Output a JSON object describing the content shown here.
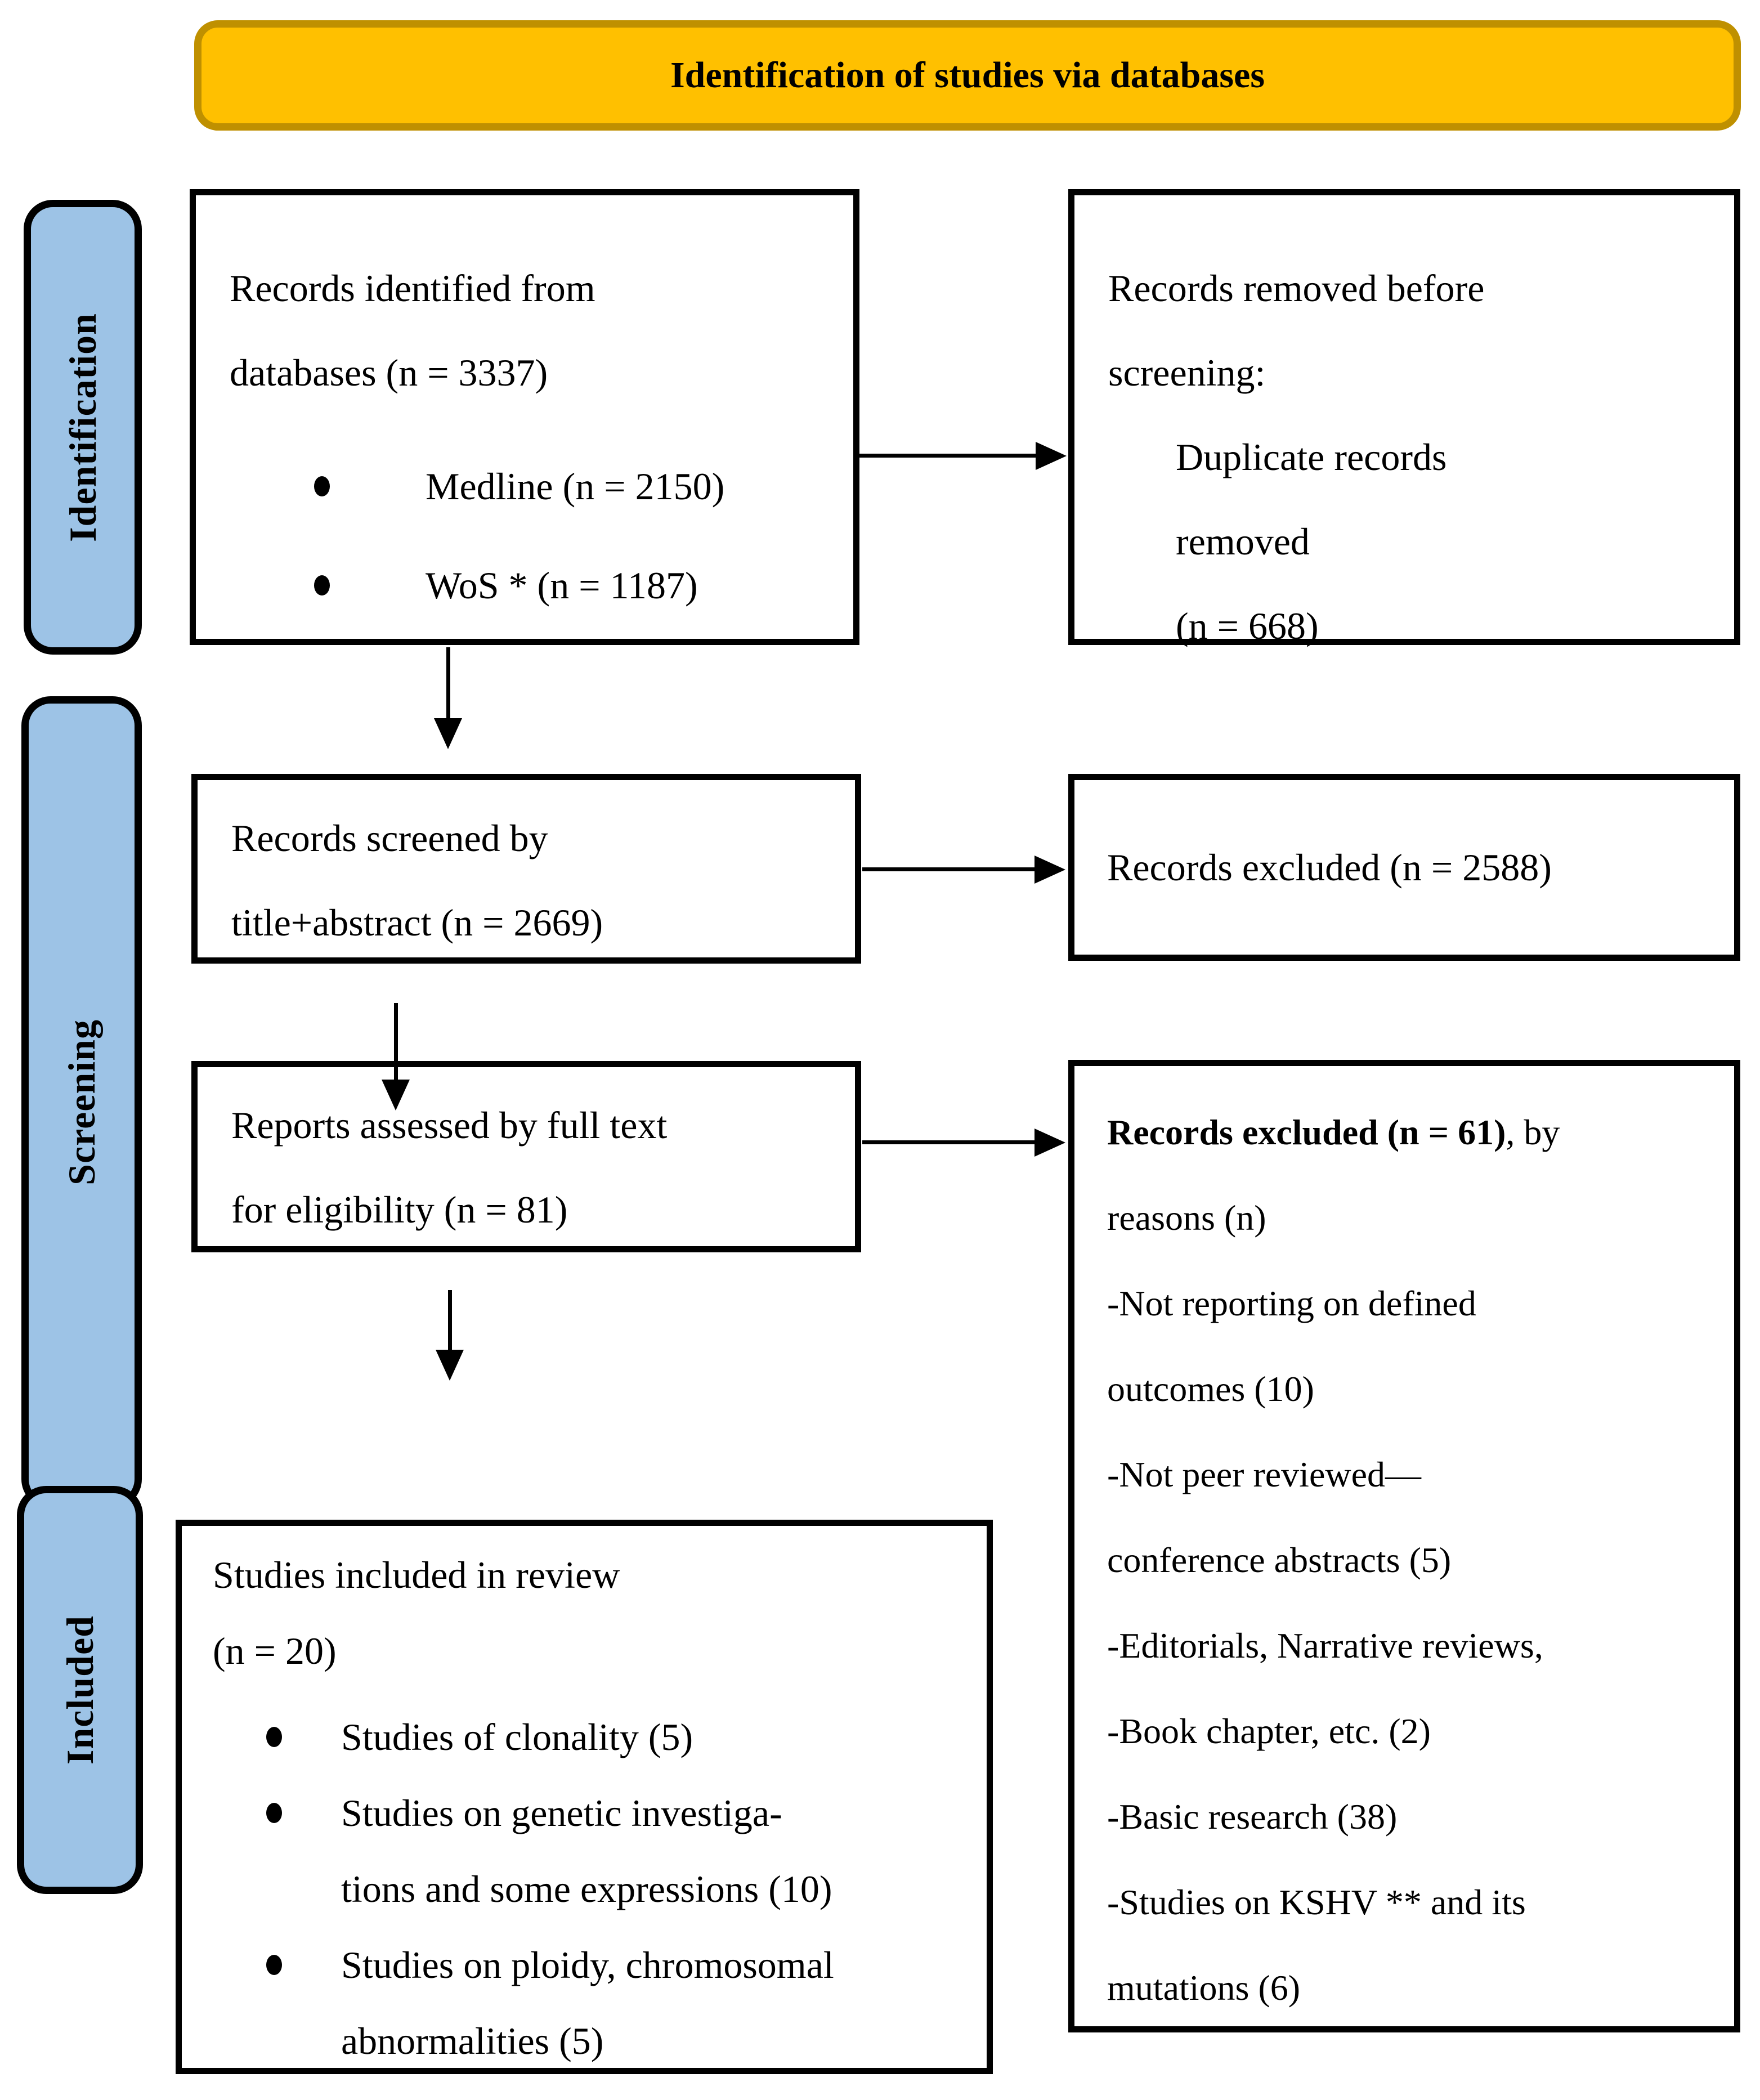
{
  "title": "Identification of studies via databases",
  "colors": {
    "banner_fill": "#FFC000",
    "banner_border": "#BF9000",
    "stage_fill": "#9DC3E6",
    "line_color": "#000000"
  },
  "stages": [
    {
      "label": "Identification"
    },
    {
      "label": "Screening"
    },
    {
      "label": "Included"
    }
  ],
  "boxes": {
    "records_identified": {
      "text": "Records identified from\ndatabases (n = 3337)",
      "bullets": [
        "Medline (n = 2150)",
        "WoS * (n = 1187)"
      ]
    },
    "records_removed": {
      "text": "Records removed before\nscreening:",
      "sub_text": "Duplicate records\nremoved\n(n = 668)"
    },
    "records_screened": {
      "text": "Records screened by\ntitle+abstract (n = 2669)"
    },
    "records_excluded": {
      "text": "Records excluded (n = 2588)"
    },
    "reports_assessed": {
      "text": "Reports assessed by full text\nfor eligibility (n = 81)"
    },
    "records_excluded_reasons": {
      "heading_bold": "Records excluded (n = 61)",
      "heading_rest": ", by\nreasons (n)",
      "reasons": [
        "-Not reporting on defined\noutcomes (10)",
        "-Not peer reviewed—\nconference abstracts (5)",
        "-Editorials, Narrative reviews,",
        "-Book chapter, etc. (2)",
        "-Basic research (38)",
        "-Studies on KSHV ** and its\nmutations (6)"
      ]
    },
    "studies_included": {
      "text": "Studies included in review\n(n = 20)",
      "bullets": [
        "Studies of clonality (5)",
        "Studies on genetic investiga-\ntions and some expressions (10)",
        "Studies on ploidy, chromosomal\nabnormalities (5)"
      ]
    }
  }
}
